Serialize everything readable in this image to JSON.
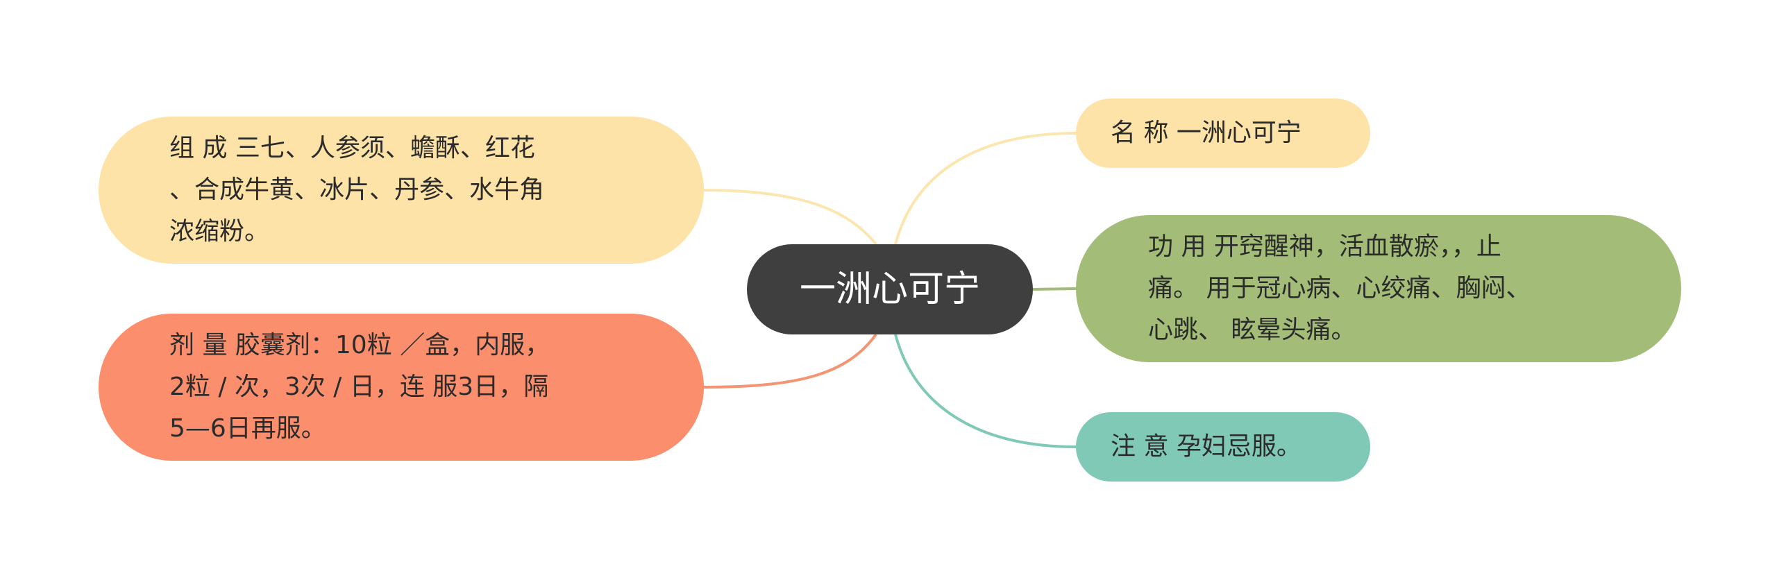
{
  "mindmap": {
    "center": {
      "label": "一洲心可宁"
    },
    "branches": [
      {
        "key": "zucheng",
        "text": "组 成 三七、人参须、蟾酥、红花\n、合成牛黄、冰片、丹参、水牛角\n浓缩粉。",
        "color": "#fde3a7",
        "line_color": "#fce6b0"
      },
      {
        "key": "jiliang",
        "text": "剂 量 胶囊剂：10粒 ／盒，内服，\n2粒 / 次，3次 / 日，连 服3日，隔\n5—6日再服。",
        "color": "#fb8f6d",
        "line_color": "#f39472"
      },
      {
        "key": "mingcheng",
        "text": "名 称 一洲心可宁",
        "color": "#fde3a7",
        "line_color": "#fce6b0"
      },
      {
        "key": "gongyong",
        "text": "功 用 开窍醒神，活血散瘀，，止\n痛。 用于冠心病、心绞痛、胸闷、\n心跳、 眩晕头痛。",
        "color": "#a3bd79",
        "line_color": "#a3bd79"
      },
      {
        "key": "zhuyi",
        "text": "注 意 孕妇忌服。",
        "color": "#80c9b7",
        "line_color": "#80c9b7"
      }
    ]
  }
}
